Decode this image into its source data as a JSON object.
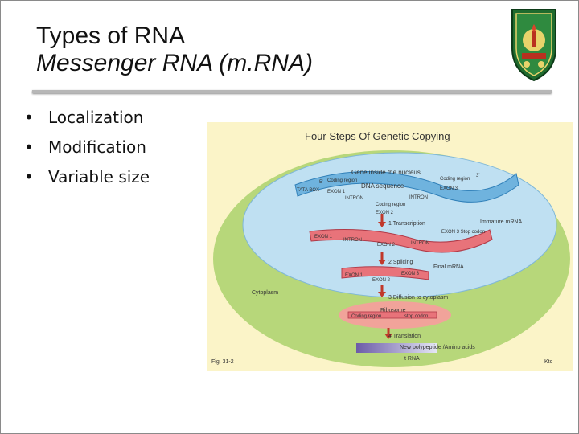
{
  "slide": {
    "title_line1": "Types of RNA",
    "title_line2": "Messenger RNA (m.RNA)",
    "bullets": [
      "Localization",
      "Modification",
      "Variable size"
    ]
  },
  "figure": {
    "title": "Four Steps Of Genetic Copying",
    "gene_label": "Gene inside the nucleus",
    "dna_label": "DNA sequence",
    "tata_box": "TATA BOX",
    "s5": "5'",
    "s3": "3'",
    "coding_region_1": "Coding region",
    "exon1": "EXON 1",
    "intron": "INTRON",
    "coding_region_2": "Coding region",
    "exon2": "EXON 2",
    "coding_region_3": "Coding region",
    "exon3": "EXON 3",
    "step1": "1 Transcription",
    "immature": "Immature mRNA",
    "exon3_stop": "EXON 3 Stop codon",
    "step2": "2 Splicing",
    "final_mrna": "Final mRNA",
    "step3": "3 Diffusion to cytoplasm",
    "cytoplasm": "Cytoplasm",
    "ribosome": "Ribosome",
    "coding_region_ribo": "Coding region",
    "stop_codon": "stop codon",
    "step4": "4 Translation",
    "polypeptide": "New polypeptide /Amino acids",
    "trna": "t RNA",
    "fig_label": "Fig. 31-2",
    "credit": "Ktc"
  },
  "colors": {
    "cytoplasm": "#b7d77a",
    "nucleus": "#bfe0f2",
    "dna": "#6fb3de",
    "mrna": "#e8737a",
    "arrow": "#c0392b",
    "ribosome": "#f1a39a",
    "figure_bg": "#fbf4c8"
  },
  "logo": {
    "icon": "university-emblem-icon"
  }
}
